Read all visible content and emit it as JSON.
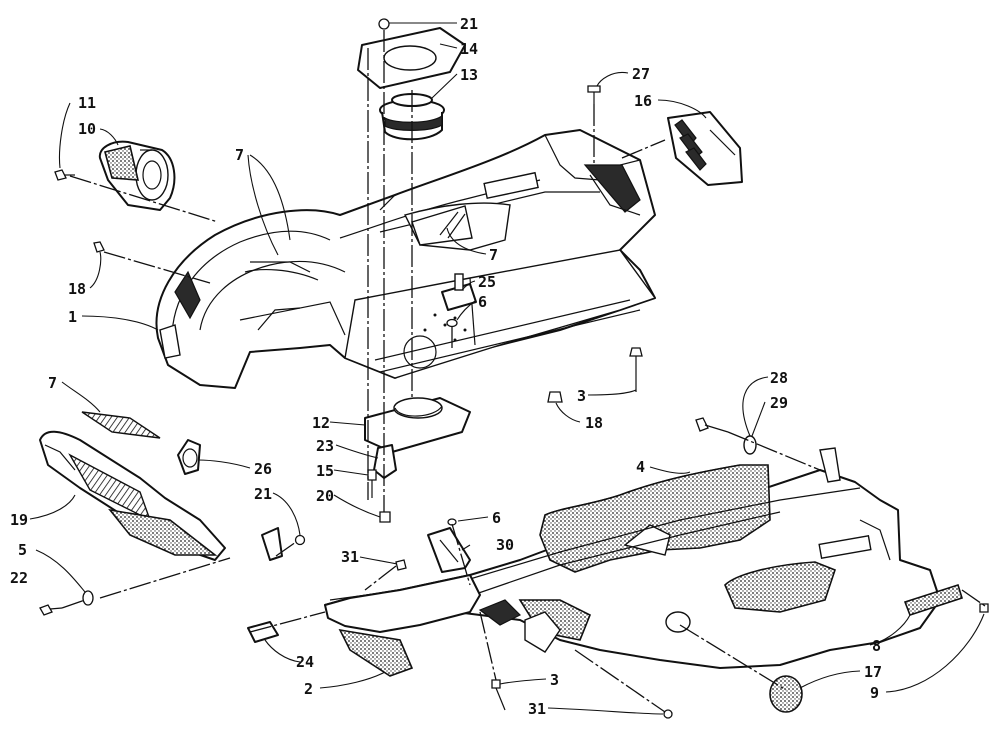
{
  "diagram": {
    "callouts": [
      {
        "id": "c21a",
        "text": "21"
      },
      {
        "id": "c14",
        "text": "14"
      },
      {
        "id": "c13",
        "text": "13"
      },
      {
        "id": "c27",
        "text": "27"
      },
      {
        "id": "c16",
        "text": "16"
      },
      {
        "id": "c11",
        "text": "11"
      },
      {
        "id": "c10",
        "text": "10"
      },
      {
        "id": "c7a",
        "text": "7"
      },
      {
        "id": "c7b",
        "text": "7"
      },
      {
        "id": "c25",
        "text": "25"
      },
      {
        "id": "c6a",
        "text": "6"
      },
      {
        "id": "c18a",
        "text": "18"
      },
      {
        "id": "c1",
        "text": "1"
      },
      {
        "id": "c3a",
        "text": "3"
      },
      {
        "id": "c18b",
        "text": "18"
      },
      {
        "id": "c28",
        "text": "28"
      },
      {
        "id": "c29",
        "text": "29"
      },
      {
        "id": "c7c",
        "text": "7"
      },
      {
        "id": "c12",
        "text": "12"
      },
      {
        "id": "c23",
        "text": "23"
      },
      {
        "id": "c26",
        "text": "26"
      },
      {
        "id": "c4",
        "text": "4"
      },
      {
        "id": "c15",
        "text": "15"
      },
      {
        "id": "c20",
        "text": "20"
      },
      {
        "id": "c21b",
        "text": "21"
      },
      {
        "id": "c19",
        "text": "19"
      },
      {
        "id": "c6b",
        "text": "6"
      },
      {
        "id": "c30",
        "text": "30"
      },
      {
        "id": "c5",
        "text": "5"
      },
      {
        "id": "c31a",
        "text": "31"
      },
      {
        "id": "c22",
        "text": "22"
      },
      {
        "id": "c24",
        "text": "24"
      },
      {
        "id": "c8",
        "text": "8"
      },
      {
        "id": "c17",
        "text": "17"
      },
      {
        "id": "c2",
        "text": "2"
      },
      {
        "id": "c3b",
        "text": "3"
      },
      {
        "id": "c9",
        "text": "9"
      },
      {
        "id": "c31b",
        "text": "31"
      }
    ]
  }
}
